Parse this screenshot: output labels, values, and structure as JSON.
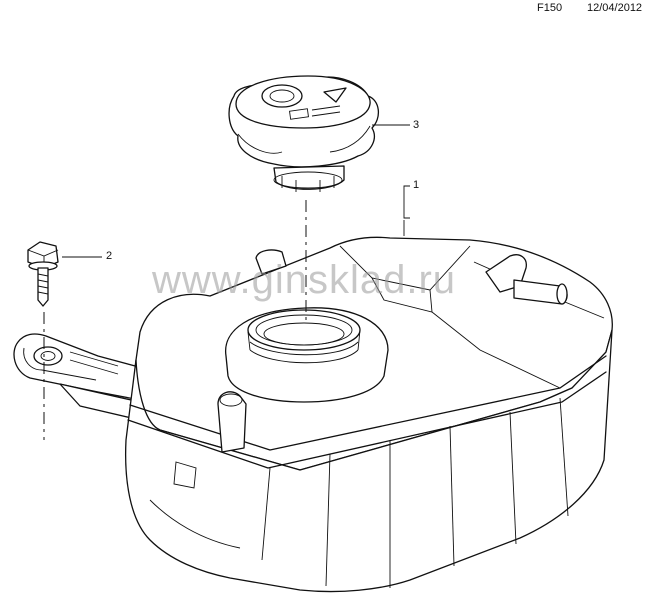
{
  "header": {
    "code": "F150",
    "date": "12/04/2012"
  },
  "callouts": [
    {
      "label": "1"
    },
    {
      "label": "2"
    },
    {
      "label": "3"
    }
  ],
  "watermark": "www.ginsklad.ru",
  "colors": {
    "line": "#111111",
    "background": "#ffffff",
    "watermark": "#9a9a9a"
  }
}
